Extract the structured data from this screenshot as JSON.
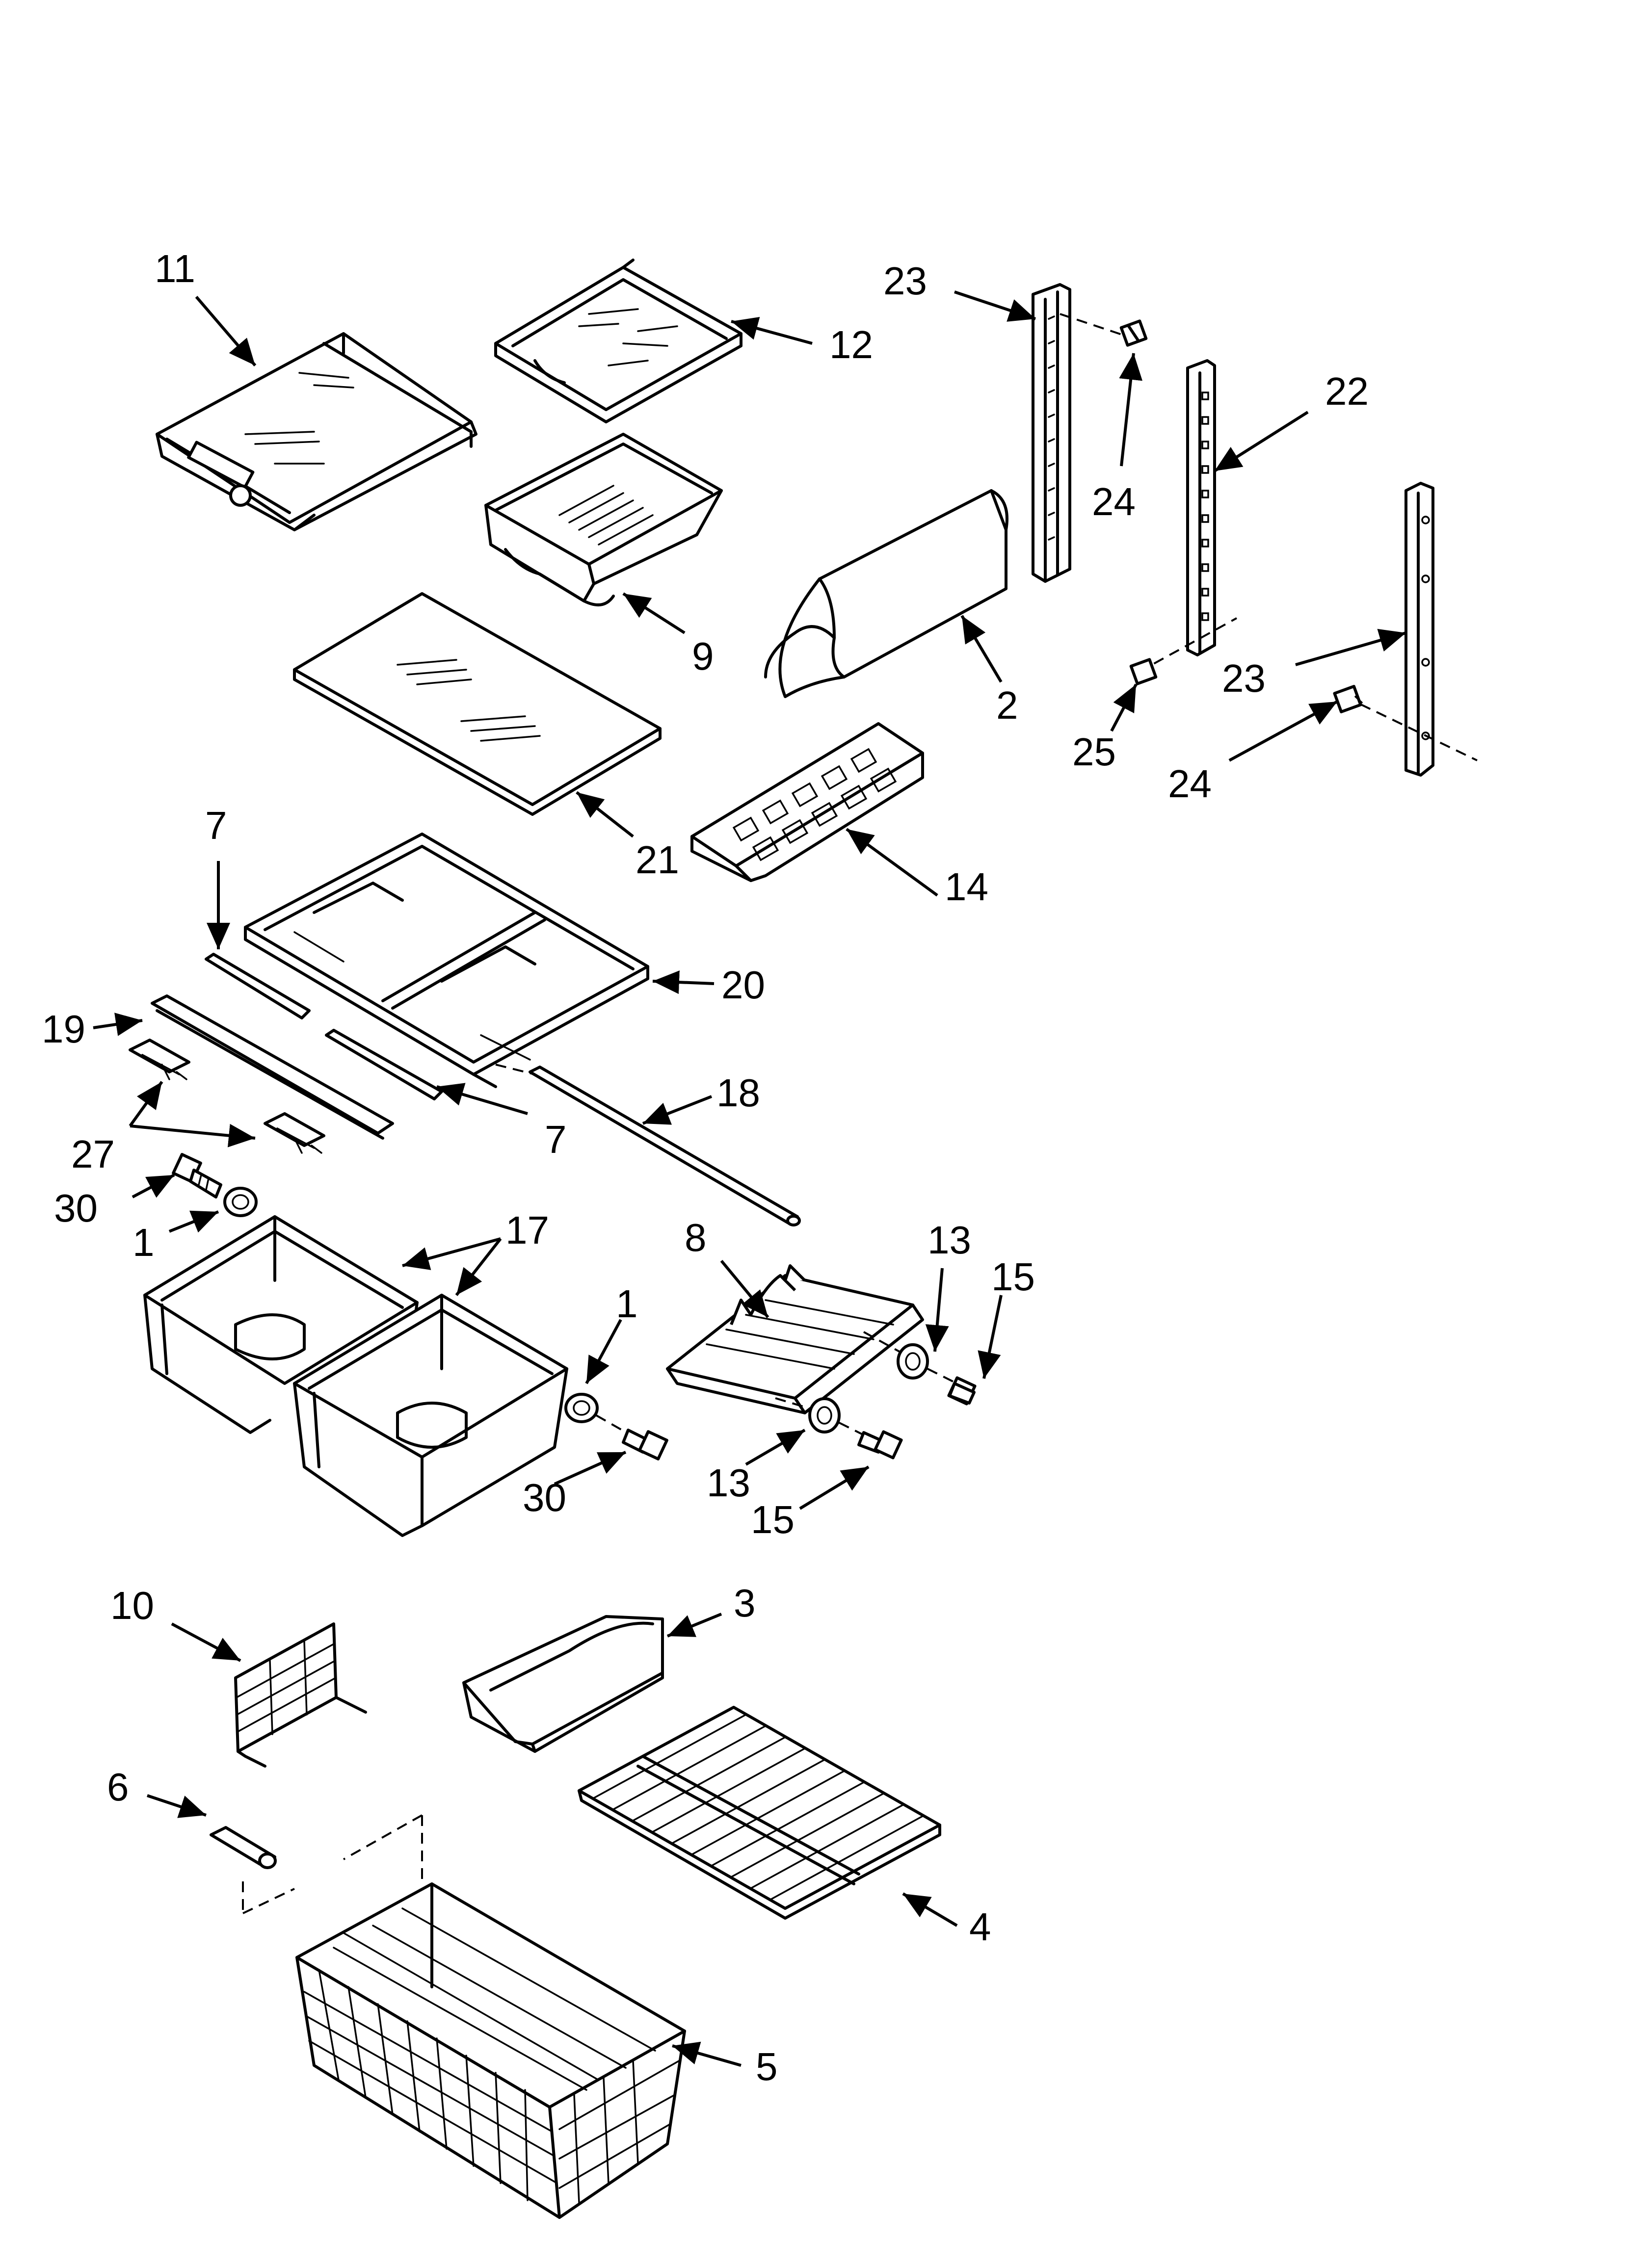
{
  "callouts": [
    {
      "id": "c11",
      "text": "11"
    },
    {
      "id": "c12",
      "text": "12"
    },
    {
      "id": "c23a",
      "text": "23"
    },
    {
      "id": "c22",
      "text": "22"
    },
    {
      "id": "c24a",
      "text": "24"
    },
    {
      "id": "c9",
      "text": "9"
    },
    {
      "id": "c2",
      "text": "2"
    },
    {
      "id": "c23b",
      "text": "23"
    },
    {
      "id": "c25",
      "text": "25"
    },
    {
      "id": "c24b",
      "text": "24"
    },
    {
      "id": "c21",
      "text": "21"
    },
    {
      "id": "c14",
      "text": "14"
    },
    {
      "id": "c7a",
      "text": "7"
    },
    {
      "id": "c20",
      "text": "20"
    },
    {
      "id": "c19",
      "text": "19"
    },
    {
      "id": "c18",
      "text": "18"
    },
    {
      "id": "c7b",
      "text": "7"
    },
    {
      "id": "c27",
      "text": "27"
    },
    {
      "id": "c30a",
      "text": "30"
    },
    {
      "id": "c1a",
      "text": "1"
    },
    {
      "id": "c17",
      "text": "17"
    },
    {
      "id": "c8",
      "text": "8"
    },
    {
      "id": "c13a",
      "text": "13"
    },
    {
      "id": "c15a",
      "text": "15"
    },
    {
      "id": "c1b",
      "text": "1"
    },
    {
      "id": "c30b",
      "text": "30"
    },
    {
      "id": "c13b",
      "text": "13"
    },
    {
      "id": "c15b",
      "text": "15"
    },
    {
      "id": "c10",
      "text": "10"
    },
    {
      "id": "c3",
      "text": "3"
    },
    {
      "id": "c6",
      "text": "6"
    },
    {
      "id": "c4",
      "text": "4"
    },
    {
      "id": "c5",
      "text": "5"
    }
  ]
}
